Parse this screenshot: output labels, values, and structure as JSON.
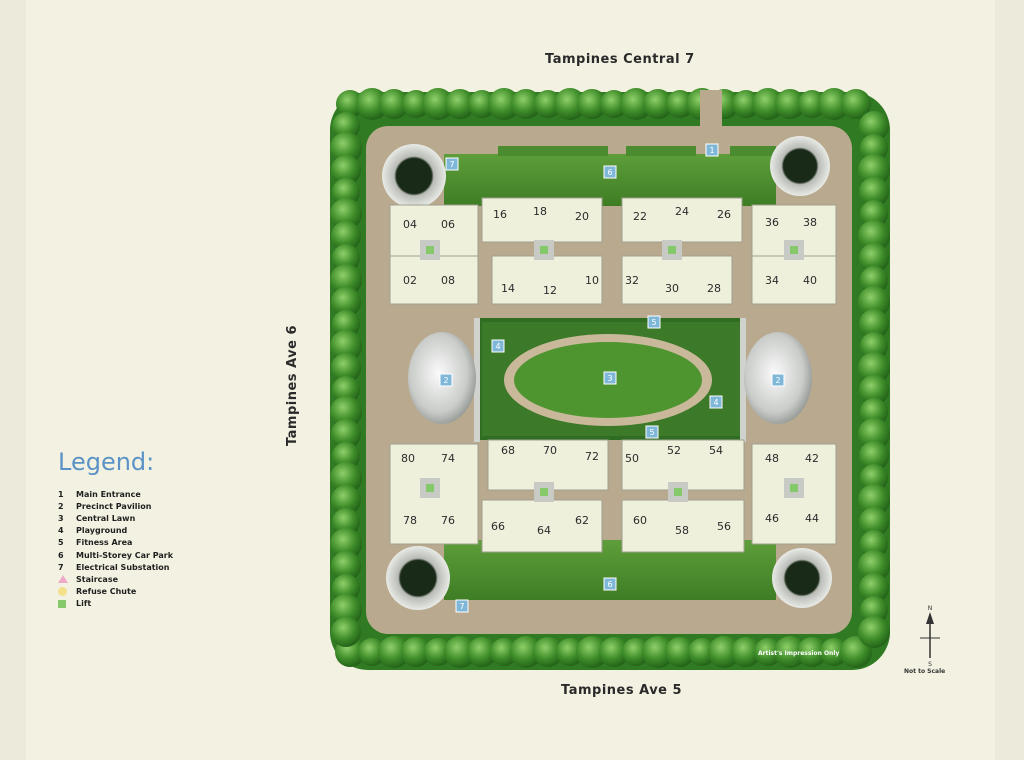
{
  "map": {
    "roads": {
      "north": "Tampines Central 7",
      "west": "Tampines Ave 6",
      "south": "Tampines Ave 5"
    },
    "legend": {
      "title": "Legend:",
      "items": [
        {
          "num": "1",
          "label": "Main Entrance",
          "symbol": ""
        },
        {
          "num": "2",
          "label": "Precinct Pavilion",
          "symbol": ""
        },
        {
          "num": "3",
          "label": "Central Lawn",
          "symbol": ""
        },
        {
          "num": "4",
          "label": "Playground",
          "symbol": ""
        },
        {
          "num": "5",
          "label": "Fitness Area",
          "symbol": ""
        },
        {
          "num": "6",
          "label": "Multi-Storey Car Park",
          "symbol": ""
        },
        {
          "num": "7",
          "label": "Electrical Substation",
          "symbol": ""
        },
        {
          "num": "",
          "label": "Staircase",
          "symbol": "triangle"
        },
        {
          "num": "",
          "label": "Refuse Chute",
          "symbol": "circle"
        },
        {
          "num": "",
          "label": "Lift",
          "symbol": "square"
        }
      ]
    },
    "blocks": [
      "04",
      "06",
      "16",
      "18",
      "20",
      "22",
      "24",
      "26",
      "36",
      "38",
      "02",
      "08",
      "14",
      "12",
      "10",
      "32",
      "30",
      "28",
      "34",
      "40",
      "80",
      "74",
      "68",
      "70",
      "72",
      "50",
      "52",
      "54",
      "48",
      "42",
      "78",
      "76",
      "66",
      "64",
      "62",
      "60",
      "58",
      "56",
      "46",
      "44"
    ],
    "facility_markers": [
      "7",
      "6",
      "1",
      "5",
      "4",
      "2",
      "3",
      "2",
      "4",
      "5",
      "6",
      "7"
    ],
    "compass": {
      "north": "N",
      "south": "S"
    },
    "notes": {
      "impression": "Artist's Impression Only",
      "scale": "Not to Scale"
    },
    "colors": {
      "background": "#f3f2e2",
      "grass": "#4f8f32",
      "trees": "#3f8d2a",
      "path": "#b9a98e",
      "building": "#eef0dc",
      "marker": "#7fb7d8",
      "legend_title": "#5b93c6"
    }
  }
}
